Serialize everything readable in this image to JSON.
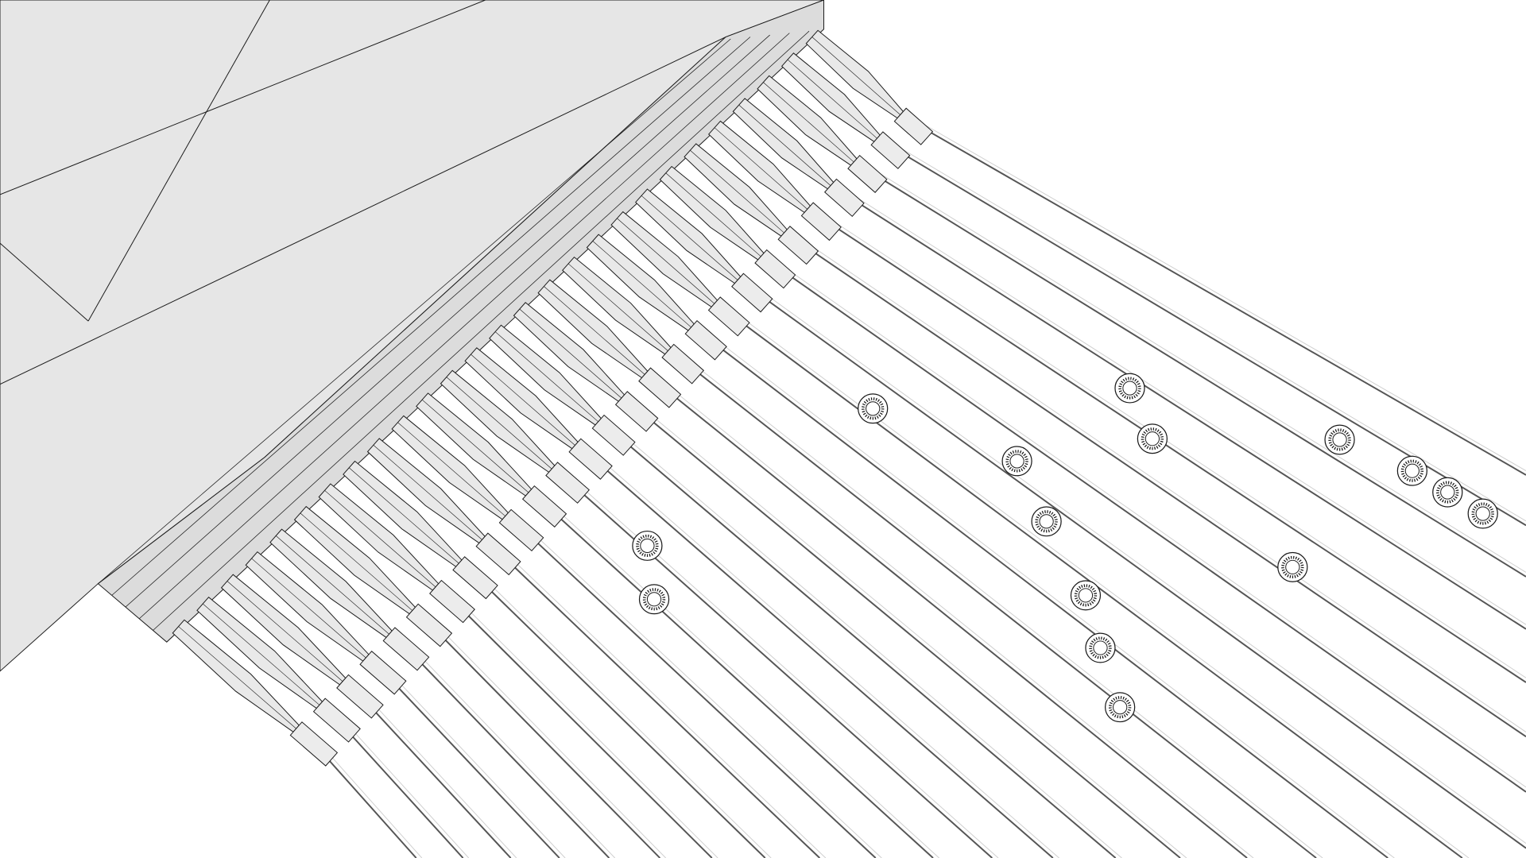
{
  "scene": {
    "subject": "chip-wireframe-render",
    "colors": {
      "background": "#ffffff",
      "chip_fill": "#e6e6e6",
      "chip_side": "#dcdcdc",
      "pin_fill": "#e9e9e9",
      "line": "#1a1a1a",
      "trace": "#555555"
    },
    "pin_count": 27,
    "via_count": 15
  }
}
